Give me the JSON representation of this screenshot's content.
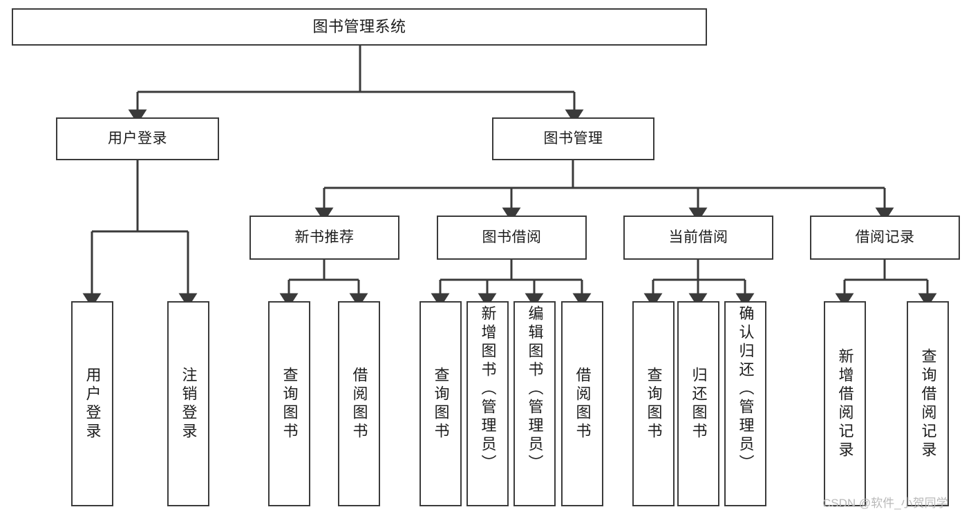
{
  "diagram": {
    "type": "tree-hierarchy",
    "title": "图书管理系统",
    "watermark": "CSDN @软件_小贺同学",
    "stroke_color": "#3a3a3a",
    "text_color": "#1c1c1c",
    "background": "#ffffff"
  },
  "nodes": {
    "root": {
      "label": "图书管理系统"
    },
    "level1": [
      {
        "id": "user-login",
        "label": "用户登录"
      },
      {
        "id": "book-management",
        "label": "图书管理"
      }
    ],
    "level2": [
      {
        "id": "new-book-recommend",
        "label": "新书推荐"
      },
      {
        "id": "book-borrow",
        "label": "图书借阅"
      },
      {
        "id": "current-borrow",
        "label": "当前借阅"
      },
      {
        "id": "borrow-record",
        "label": "借阅记录"
      }
    ],
    "leaves": {
      "user_login": [
        {
          "id": "leaf-user-login",
          "label": "用户登录"
        },
        {
          "id": "leaf-logout",
          "label": "注销登录"
        }
      ],
      "new_book_recommend": [
        {
          "id": "leaf-query-book-1",
          "label": "查询图书"
        },
        {
          "id": "leaf-borrow-book-1",
          "label": "借阅图书"
        }
      ],
      "book_borrow": [
        {
          "id": "leaf-query-book-2",
          "label": "查询图书"
        },
        {
          "id": "leaf-add-book",
          "label": "新增图书（管理员）"
        },
        {
          "id": "leaf-edit-book",
          "label": "编辑图书（管理员）"
        },
        {
          "id": "leaf-borrow-book-2",
          "label": "借阅图书"
        }
      ],
      "current_borrow": [
        {
          "id": "leaf-query-book-3",
          "label": "查询图书"
        },
        {
          "id": "leaf-return-book",
          "label": "归还图书"
        },
        {
          "id": "leaf-confirm-return",
          "label": "确认归还（管理员）"
        }
      ],
      "borrow_record": [
        {
          "id": "leaf-add-record",
          "label": "新增借阅记录"
        },
        {
          "id": "leaf-query-record",
          "label": "查询借阅记录"
        }
      ]
    }
  }
}
